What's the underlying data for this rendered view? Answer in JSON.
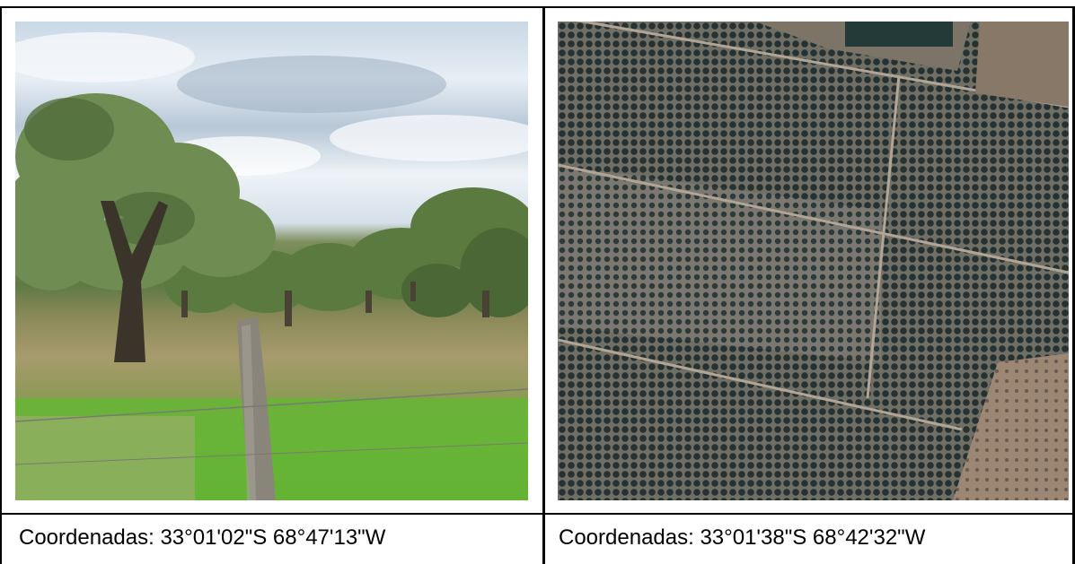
{
  "panels": [
    {
      "caption": "Coordenadas: 33°01'02\"S 68°47'13\"W",
      "image": "olive-grove-ground-photo"
    },
    {
      "caption": "Coordenadas: 33°01'38\"S 68°42'32\"W",
      "image": "olive-grove-aerial-photo"
    }
  ]
}
